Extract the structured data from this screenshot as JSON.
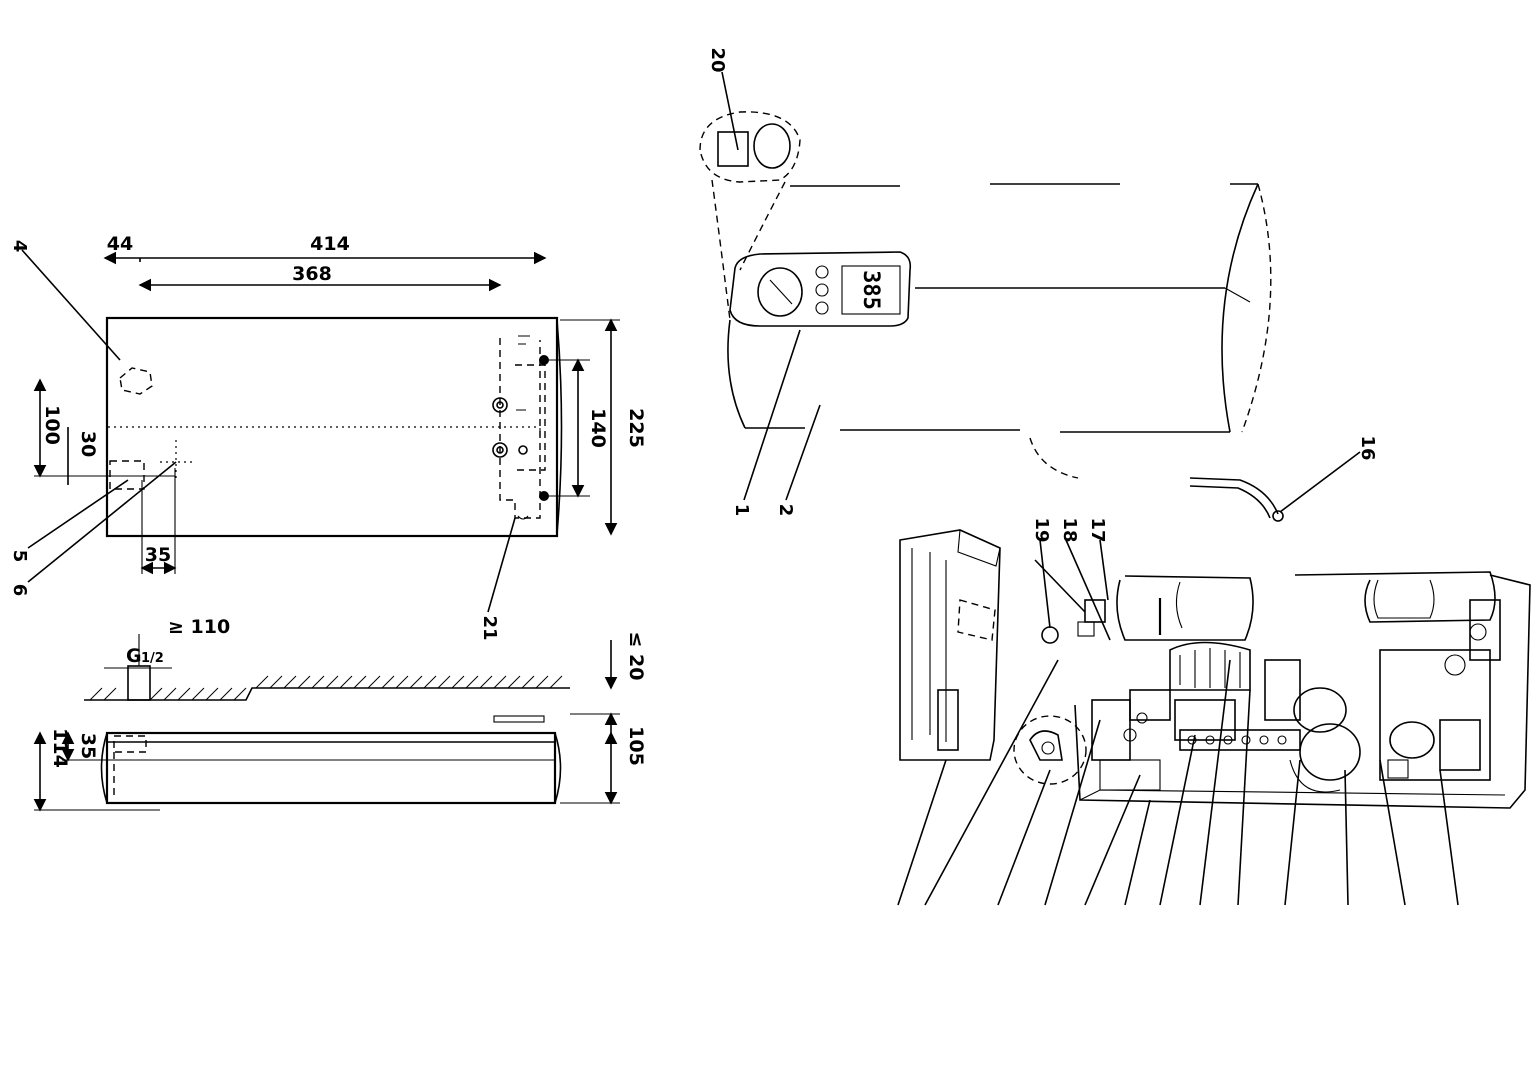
{
  "dimensions": {
    "d44": "44",
    "d414": "414",
    "d368": "368",
    "d100": "100",
    "d30": "30",
    "d35_front": "35",
    "d140": "140",
    "d225": "225",
    "d110": "≥ 110",
    "thread": "G",
    "thread_frac": "1/2",
    "d20": "≤ 20",
    "d35_side": "35",
    "d114": "114",
    "d105": "105"
  },
  "labels": {
    "l1": "1",
    "l2": "2",
    "l4": "4",
    "l5": "5",
    "l6": "6",
    "l16": "16",
    "l17": "17",
    "l18": "18",
    "l19": "19",
    "l20": "20",
    "l21": "21"
  },
  "display": {
    "readout": "385"
  }
}
